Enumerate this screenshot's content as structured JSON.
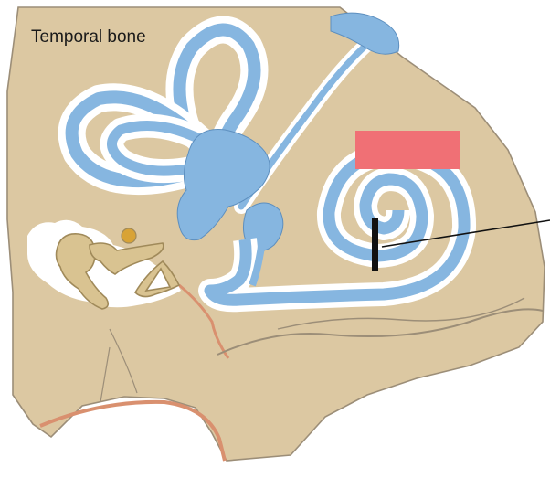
{
  "labels": {
    "temporal_bone": "Temporal bone"
  },
  "colors": {
    "bone": "#dcc8a2",
    "bone_edge": "#9c8e78",
    "membrane": "#ffffff",
    "endolymph": "#86b6e0",
    "endolymph_edge": "#5d8fbf",
    "ossicle": "#d9c391",
    "ossicle_edge": "#a08a5a",
    "mucosa": "#d9906f",
    "nerve_dot": "#d8a336",
    "redaction_box": "#f07075",
    "pointer": "#111111"
  },
  "annotations": [
    {
      "name": "cochlear-structure-pointer",
      "label": ""
    },
    {
      "name": "hidden-label-box",
      "label": ""
    }
  ]
}
